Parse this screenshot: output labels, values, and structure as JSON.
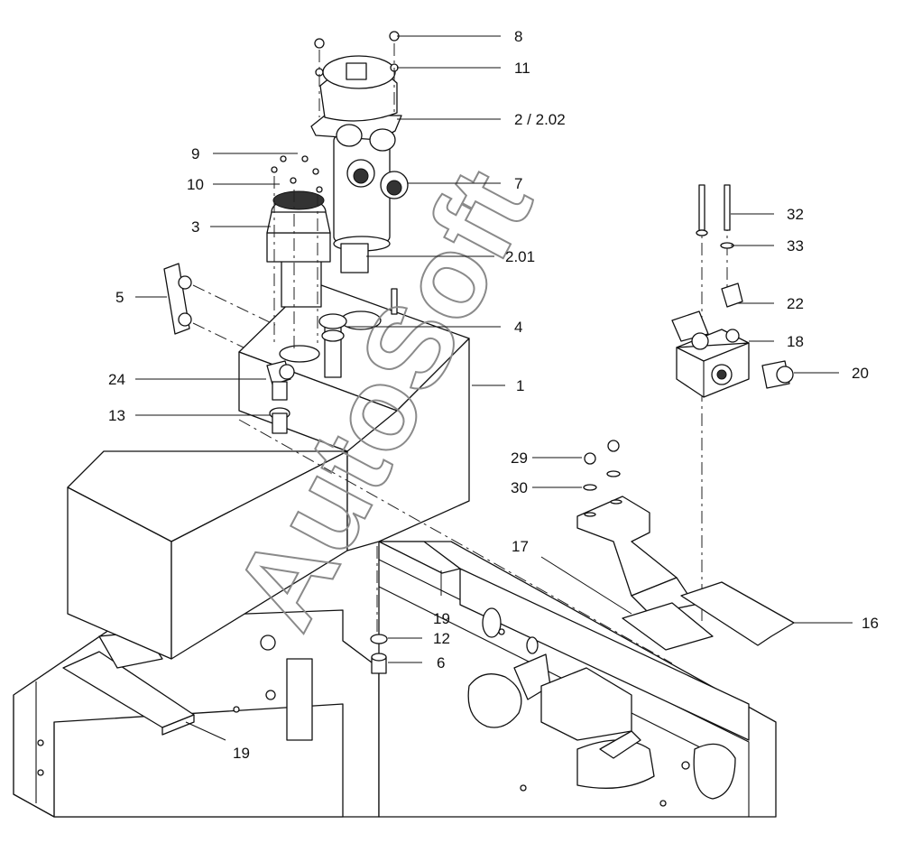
{
  "watermark": "AutoSoft",
  "callouts": [
    {
      "id": "c8",
      "text": "8"
    },
    {
      "id": "c11",
      "text": "11"
    },
    {
      "id": "c2",
      "text": "2 / 2.02"
    },
    {
      "id": "c9",
      "text": "9"
    },
    {
      "id": "c10",
      "text": "10"
    },
    {
      "id": "c7",
      "text": "7"
    },
    {
      "id": "c3",
      "text": "3"
    },
    {
      "id": "c32",
      "text": "32"
    },
    {
      "id": "c33",
      "text": "33"
    },
    {
      "id": "c201",
      "text": "2.01"
    },
    {
      "id": "c22",
      "text": "22"
    },
    {
      "id": "c5",
      "text": "5"
    },
    {
      "id": "c4",
      "text": "4"
    },
    {
      "id": "c18",
      "text": "18"
    },
    {
      "id": "c24",
      "text": "24"
    },
    {
      "id": "c20",
      "text": "20"
    },
    {
      "id": "c1",
      "text": "1"
    },
    {
      "id": "c13",
      "text": "13"
    },
    {
      "id": "c29",
      "text": "29"
    },
    {
      "id": "c30",
      "text": "30"
    },
    {
      "id": "c17",
      "text": "17"
    },
    {
      "id": "c19a",
      "text": "19"
    },
    {
      "id": "c16",
      "text": "16"
    },
    {
      "id": "c12",
      "text": "12"
    },
    {
      "id": "c6",
      "text": "6"
    },
    {
      "id": "c19b",
      "text": "19"
    }
  ]
}
